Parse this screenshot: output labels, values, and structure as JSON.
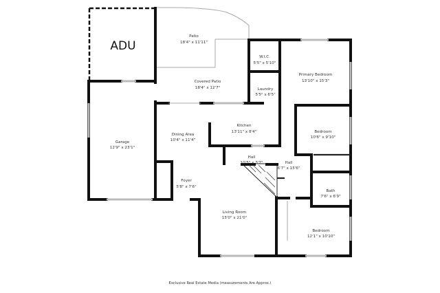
{
  "plan": {
    "adu_label": "ADU",
    "rooms": {
      "patio": {
        "name": "Patio",
        "dims": "18'4\" x 11'11\""
      },
      "covered_patio": {
        "name": "Covered Patio",
        "dims": "18'4\" x 12'7\""
      },
      "wic": {
        "name": "W.I.C.",
        "dims": "5'5\" x 5'10\""
      },
      "primary_bedroom": {
        "name": "Primary Bedroom",
        "dims": "13'10\" x 15'3\""
      },
      "laundry": {
        "name": "Laundry",
        "dims": "5'5\" x 6'5\""
      },
      "kitchen": {
        "name": "Kitchen",
        "dims": "13'11\" x 8'4\""
      },
      "dining_area": {
        "name": "Dining Area",
        "dims": "10'4\" x 11'4\""
      },
      "garage": {
        "name": "Garage",
        "dims": "12'9\" x 23'1\""
      },
      "bedroom_2": {
        "name": "Bedroom",
        "dims": "10'6\" x 9'10\""
      },
      "hall_1": {
        "name": "Hall",
        "dims": "10'5\" x 3'7\""
      },
      "hall_2": {
        "name": "Hall",
        "dims": "6'7\" x 15'6\""
      },
      "foyer": {
        "name": "Foyer",
        "dims": "5'8\" x 7'6\""
      },
      "bath": {
        "name": "Bath",
        "dims": "7'6\" x 6'9\""
      },
      "living_room": {
        "name": "Living Room",
        "dims": "15'0\" x 21'0\""
      },
      "bedroom_3": {
        "name": "Bedroom",
        "dims": "12'1\" x 10'10\""
      }
    },
    "footer": "Exclusive Real Estate Media (measurements Are Approx.)"
  }
}
